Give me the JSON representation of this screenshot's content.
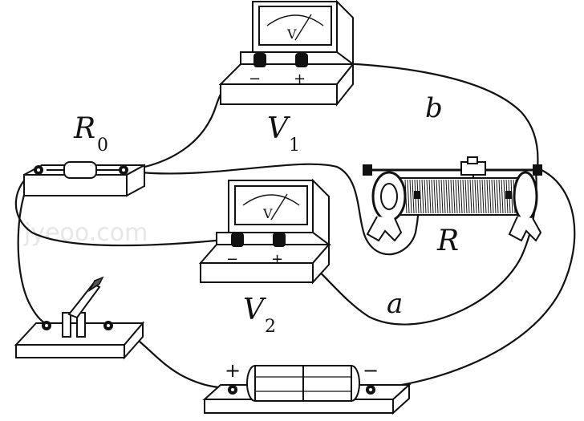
{
  "labels": {
    "r0_main": "R",
    "r0_sub": "0",
    "v1_main": "V",
    "v1_sub": "1",
    "v2_main": "V",
    "v2_sub": "2",
    "r_main": "R",
    "wire_a": "a",
    "wire_b": "b"
  },
  "voltmeter_dial": "V",
  "terminal_signs": {
    "minus": "−",
    "plus": "+"
  },
  "battery_signs": {
    "plus": "+",
    "minus": "−"
  },
  "watermark": "jyeoo.com"
}
